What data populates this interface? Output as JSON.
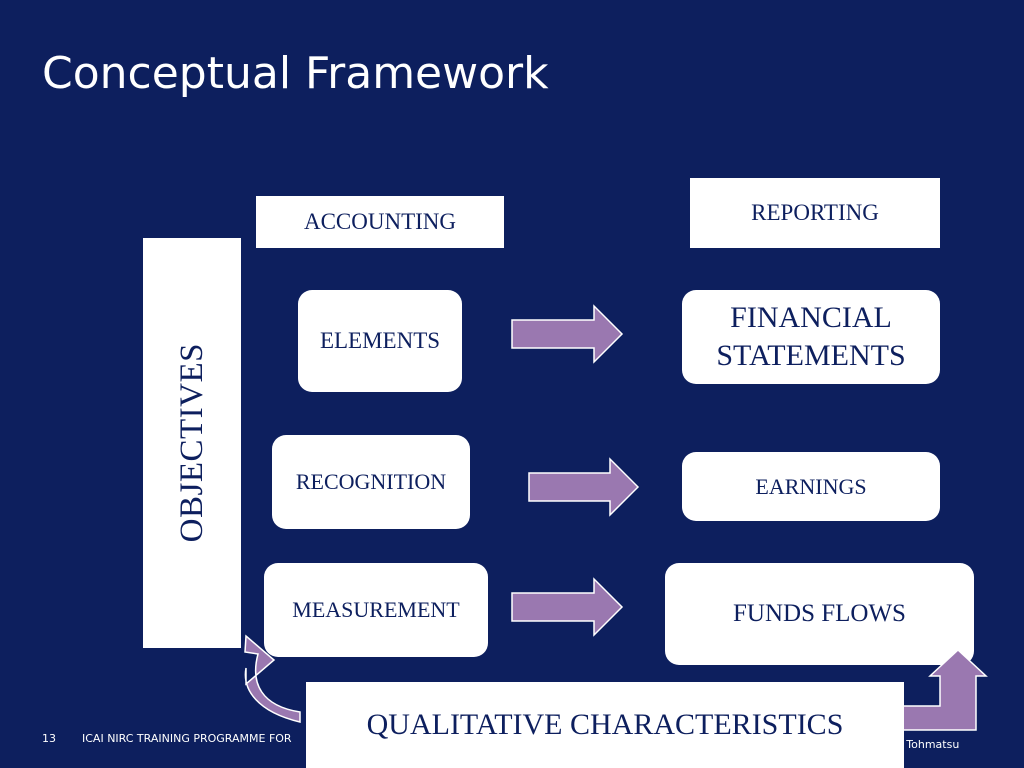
{
  "slide": {
    "title": "Conceptual Framework",
    "page_number": "13",
    "footer_left": "ICAI NIRC TRAINING PROGRAMME FOR",
    "footer_right": "e Tohmatsu"
  },
  "diagram": {
    "accounting_label": "ACCOUNTING",
    "reporting_label": "REPORTING",
    "objectives_label": "OBJECTIVES",
    "left_boxes": [
      "ELEMENTS",
      "RECOGNITION",
      "MEASUREMENT"
    ],
    "right_boxes": [
      "FINANCIAL STATEMENTS",
      "EARNINGS",
      "FUNDS FLOWS"
    ],
    "bottom_box": "QUALITATIVE CHARACTERISTICS"
  },
  "colors": {
    "background": "#0d1f5e",
    "box": "#ffffff",
    "box_text": "#0d1f5e",
    "arrow": "#9a78b0",
    "arrow_outline": "#ffffff"
  }
}
